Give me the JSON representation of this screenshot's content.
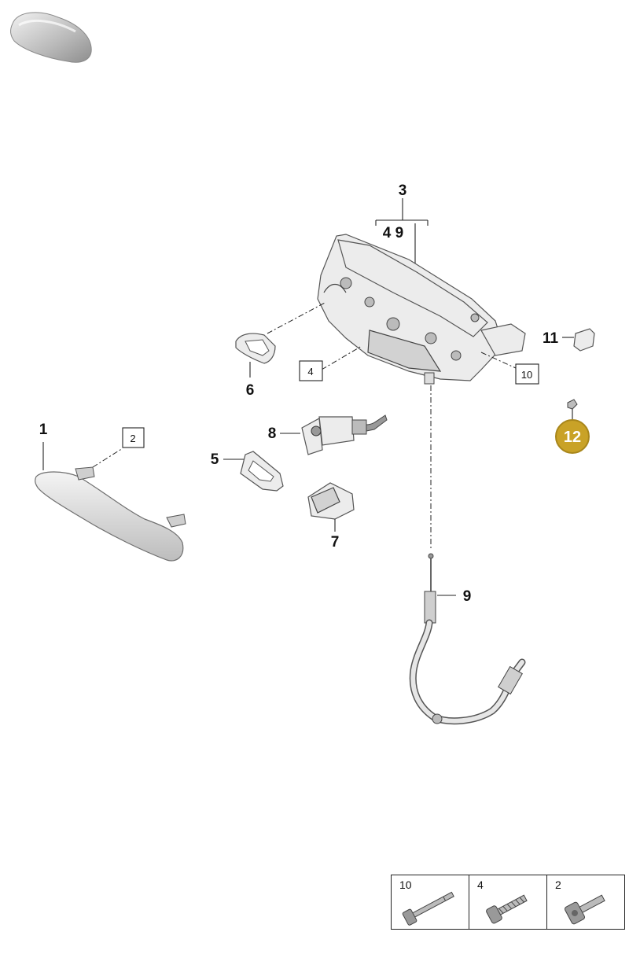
{
  "callouts": {
    "c1": "1",
    "c3": "3",
    "c3_sub": "4 9",
    "c5": "5",
    "c6": "6",
    "c7": "7",
    "c8": "8",
    "c9": "9",
    "c11": "11",
    "c12": "12"
  },
  "boxed_refs": {
    "b2": "2",
    "b4": "4",
    "b10": "10"
  },
  "screw_table": [
    {
      "num": "10",
      "icon": "long-bolt-icon"
    },
    {
      "num": "4",
      "icon": "threaded-screw-icon"
    },
    {
      "num": "2",
      "icon": "flange-screw-icon"
    }
  ],
  "colors": {
    "badge": "#c9a227",
    "badge_border": "#a8861b",
    "lines": "#222222"
  }
}
